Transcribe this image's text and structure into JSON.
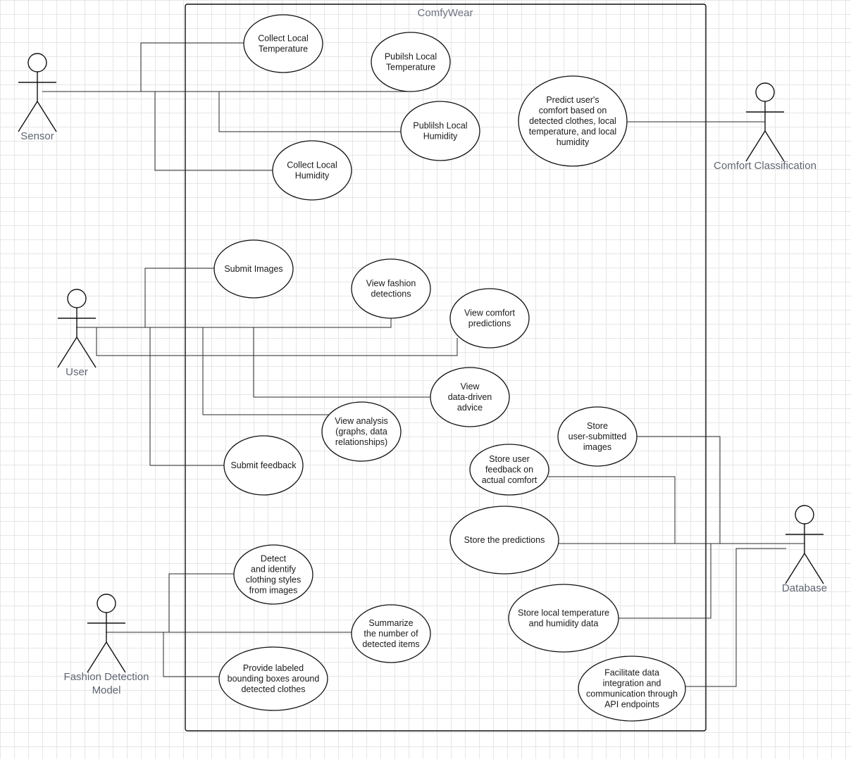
{
  "system": {
    "title": "ComfyWear"
  },
  "actors": [
    {
      "id": "sensor",
      "label": [
        "Sensor"
      ]
    },
    {
      "id": "user",
      "label": [
        "User"
      ]
    },
    {
      "id": "fashion",
      "label": [
        "Fashion Detection",
        "Model"
      ]
    },
    {
      "id": "comfort",
      "label": [
        "Comfort Classification"
      ]
    },
    {
      "id": "database",
      "label": [
        "Database"
      ]
    }
  ],
  "use_cases": [
    {
      "id": "collect-local-temperature",
      "lines": [
        "Collect Local",
        "Temperature"
      ]
    },
    {
      "id": "publish-local-temperature",
      "lines": [
        "Pubilsh Local",
        "Temperature"
      ]
    },
    {
      "id": "publish-local-humidity",
      "lines": [
        "Publilsh Local",
        "Humidity"
      ]
    },
    {
      "id": "collect-local-humidity",
      "lines": [
        "Collect Local",
        "Humidity"
      ]
    },
    {
      "id": "predict-comfort",
      "lines": [
        "Predict user's",
        "comfort based on",
        "detected clothes, local",
        "temperature, and local",
        "humidity"
      ]
    },
    {
      "id": "submit-images",
      "lines": [
        "Submit Images"
      ]
    },
    {
      "id": "view-fashion-detections",
      "lines": [
        "View fashion",
        "detections"
      ]
    },
    {
      "id": "view-comfort-predictions",
      "lines": [
        "View comfort",
        "predictions"
      ]
    },
    {
      "id": "view-data-driven-advice",
      "lines": [
        "View",
        "data-driven",
        "advice"
      ]
    },
    {
      "id": "view-analysis",
      "lines": [
        "View analysis",
        "(graphs, data",
        "relationships)"
      ]
    },
    {
      "id": "submit-feedback",
      "lines": [
        "Submit feedback"
      ]
    },
    {
      "id": "store-user-submitted-images",
      "lines": [
        "Store",
        "user-submitted",
        "images"
      ]
    },
    {
      "id": "store-user-feedback",
      "lines": [
        "Store user",
        "feedback on",
        "actual comfort"
      ]
    },
    {
      "id": "store-predictions",
      "lines": [
        "Store the predictions"
      ]
    },
    {
      "id": "store-temp-humidity",
      "lines": [
        "Store local temperature",
        "and humidity data"
      ]
    },
    {
      "id": "facilitate-data-integration",
      "lines": [
        "Facilitate data",
        "integration and",
        "communication through",
        "API endpoints"
      ]
    },
    {
      "id": "detect-clothing-styles",
      "lines": [
        "Detect",
        "and identify",
        "clothing styles",
        "from images"
      ]
    },
    {
      "id": "summarize-detected-items",
      "lines": [
        "Summarize",
        "the number of",
        "detected items"
      ]
    },
    {
      "id": "provide-bounding-boxes",
      "lines": [
        "Provide labeled",
        "bounding boxes around",
        "detected clothes"
      ]
    }
  ]
}
